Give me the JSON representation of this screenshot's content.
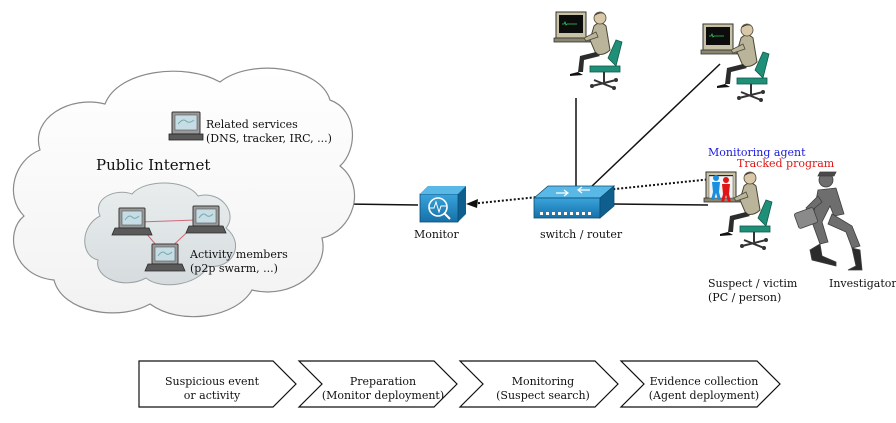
{
  "cloud": {
    "label": "Public Internet",
    "services": {
      "line1": "Related services",
      "line2": "(DNS, tracker, IRC, ...)"
    },
    "members": {
      "line1": "Activity members",
      "line2": "(p2p swarm, ...)"
    }
  },
  "nodes": {
    "monitor": "Monitor",
    "switch": "switch / router",
    "suspect": {
      "line1": "Suspect / victim",
      "line2": "(PC / person)"
    },
    "investigator": "Investigator"
  },
  "agent": {
    "monitoring_agent": "Monitoring agent",
    "tracked_program": "Tracked program"
  },
  "process_steps": [
    {
      "line1": "Suspicious event",
      "line2": "or activity"
    },
    {
      "line1": "Preparation",
      "line2": "(Monitor deployment)"
    },
    {
      "line1": "Monitoring",
      "line2": "(Suspect search)"
    },
    {
      "line1": "Evidence collection",
      "line2": "(Agent deployment)"
    }
  ],
  "colors": {
    "monitoring_agent": "#1a1adc",
    "tracked_program": "#e01515",
    "device_blue": "#1e88c8",
    "suit": "#b9b49a",
    "chair": "#1f8f78",
    "cloud_stroke": "#8a8a8a"
  },
  "icons": {
    "monitor": "monitor-probe-icon",
    "switch": "network-switch-icon",
    "computer": "desktop-computer-icon",
    "person": "seated-user-icon",
    "investigator": "running-investigator-icon"
  }
}
